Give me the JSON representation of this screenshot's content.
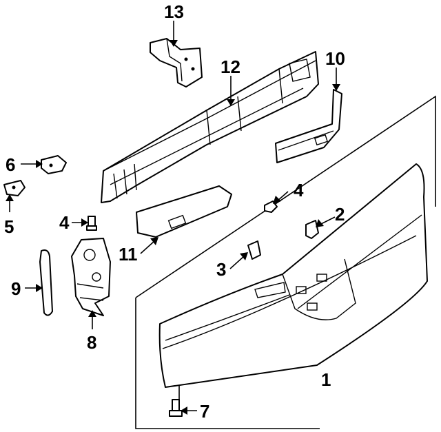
{
  "callouts": [
    {
      "id": "c1",
      "label": "1"
    },
    {
      "id": "c2",
      "label": "2"
    },
    {
      "id": "c3",
      "label": "3"
    },
    {
      "id": "c4a",
      "label": "4"
    },
    {
      "id": "c4b",
      "label": "4"
    },
    {
      "id": "c5",
      "label": "5"
    },
    {
      "id": "c6",
      "label": "6"
    },
    {
      "id": "c7",
      "label": "7"
    },
    {
      "id": "c8",
      "label": "8"
    },
    {
      "id": "c9",
      "label": "9"
    },
    {
      "id": "c10",
      "label": "10"
    },
    {
      "id": "c11",
      "label": "11"
    },
    {
      "id": "c12",
      "label": "12"
    },
    {
      "id": "c13",
      "label": "13"
    }
  ]
}
